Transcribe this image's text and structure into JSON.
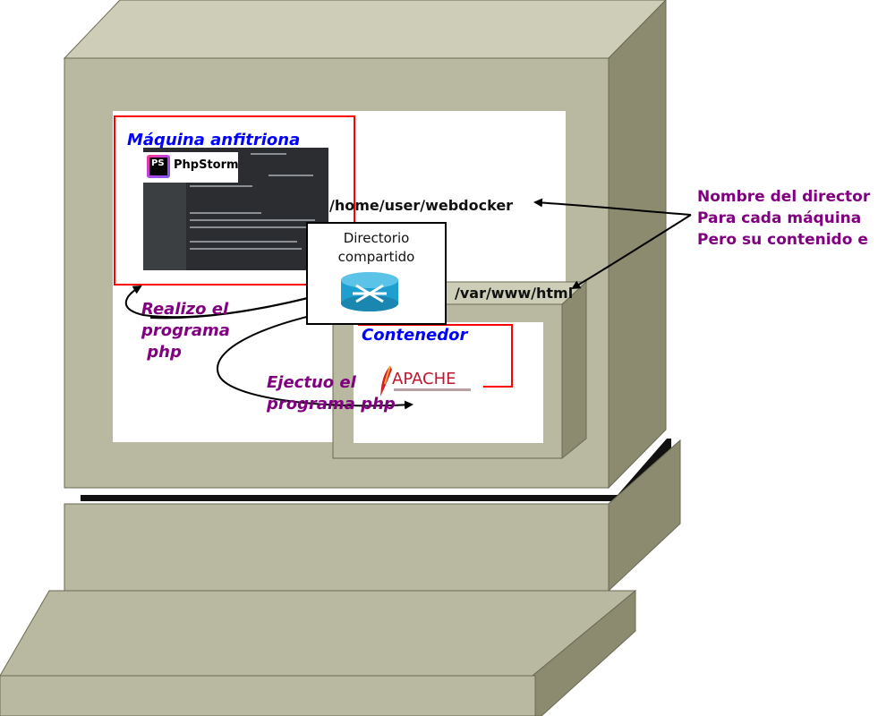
{
  "host": {
    "title": "Máquina anfitriona",
    "ide_name": "PhpStorm",
    "ide_logo_letters": "PS"
  },
  "shared_dir": {
    "label": "Directorio\ncompartido"
  },
  "paths": {
    "host_path": "/home/user/webdocker",
    "container_path": "/var/www/html"
  },
  "container": {
    "title": "Contenedor",
    "server_name": "APACHE"
  },
  "notes": {
    "write": "Realizo el\nprograma\n php",
    "run": "Ejectuo el\nprograma php",
    "side": "Nombre del director\nPara cada máquina\nPero su contenido e"
  },
  "colors": {
    "monitor_face": "#b9b8a0",
    "monitor_side": "#8c8b6f",
    "monitor_top": "#cecdb8",
    "red_frame": "#ff0000",
    "title_blue": "#0000ff",
    "note_purple": "#800080",
    "shared_icon": "#1f9fd0"
  },
  "icons": {
    "shared_dir": "shared-folder-network-icon",
    "server": "apache-feather-icon"
  }
}
